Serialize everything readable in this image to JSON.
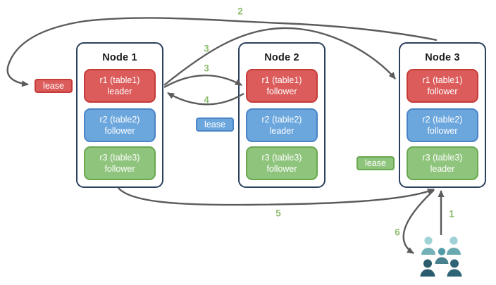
{
  "palette": {
    "background": "#ffffff",
    "node_border": "#2b3f5e",
    "node_fill": "#ffffff",
    "node_title_color": "#1b1b1b",
    "red_fill": "#db5c5b",
    "red_border": "#c53c38",
    "blue_fill": "#6ba6dd",
    "blue_border": "#4a84c6",
    "green_fill": "#8fc47d",
    "green_border": "#69a84f",
    "box_text": "#ffffff",
    "arrow": "#5b5b5b",
    "step_label": "#8fbe71"
  },
  "nodes": [
    {
      "title": "Node 1",
      "replicas": [
        {
          "name": "r1 (table1)",
          "role": "leader",
          "color": "red"
        },
        {
          "name": "r2 (table2)",
          "role": "follower",
          "color": "blue"
        },
        {
          "name": "r3 (table3)",
          "role": "follower",
          "color": "green"
        }
      ]
    },
    {
      "title": "Node 2",
      "replicas": [
        {
          "name": "r1 (table1)",
          "role": "follower",
          "color": "red"
        },
        {
          "name": "r2 (table2)",
          "role": "leader",
          "color": "blue"
        },
        {
          "name": "r3 (table3)",
          "role": "follower",
          "color": "green"
        }
      ]
    },
    {
      "title": "Node 3",
      "replicas": [
        {
          "name": "r1 (table1)",
          "role": "follower",
          "color": "red"
        },
        {
          "name": "r2 (table2)",
          "role": "follower",
          "color": "blue"
        },
        {
          "name": "r3 (table3)",
          "role": "leader",
          "color": "green"
        }
      ]
    }
  ],
  "leases": [
    {
      "label": "lease",
      "color": "red"
    },
    {
      "label": "lease",
      "color": "blue"
    },
    {
      "label": "lease",
      "color": "green"
    }
  ],
  "steps": {
    "step1": "1",
    "step2": "2",
    "step3a": "3",
    "step3b": "3",
    "step4": "4",
    "step5": "5",
    "step6": "6"
  },
  "people": {
    "figures": [
      {
        "name": "person-top-left",
        "head": "#a0d3d6",
        "body": "#74b1b6"
      },
      {
        "name": "person-top-right",
        "head": "#9ed2d6",
        "body": "#68a9b0"
      },
      {
        "name": "person-center",
        "head": "#4f9ba7",
        "body": "#48808e"
      },
      {
        "name": "person-bottom-left",
        "head": "#2b5c6d",
        "body": "#2b5c6d"
      },
      {
        "name": "person-bottom-right",
        "head": "#2f6476",
        "body": "#2f6476"
      }
    ]
  }
}
